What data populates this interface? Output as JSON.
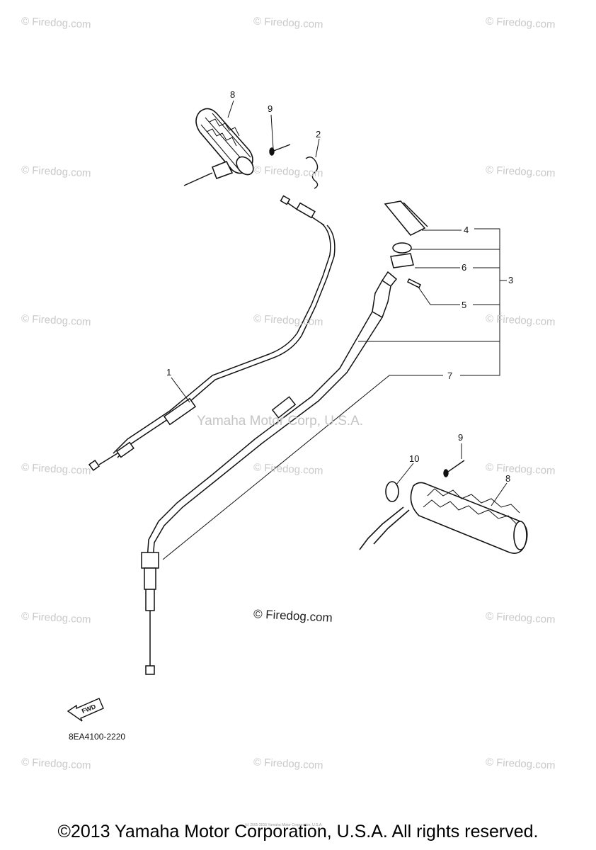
{
  "watermark": {
    "text": "© Firedog.com",
    "center_text": "Yamaha Motor Corp, U.S.A."
  },
  "stamp": "© Firedog.com",
  "diagram_code": "8EA4100-2220",
  "fwd_label": "FWD",
  "tiny_notice": "(c) 2005-2015 Yamaha Motor Corporation, U.S.A.",
  "copyright": "©2013 Yamaha Motor Corporation, U.S.A. All rights reserved.",
  "callouts": {
    "c1": "1",
    "c2": "2",
    "c3": "3",
    "c4": "4",
    "c5": "5",
    "c6": "6",
    "c7": "7",
    "c8a": "8",
    "c8b": "8",
    "c9a": "9",
    "c9b": "9",
    "c10": "10"
  },
  "colors": {
    "ink": "#111111",
    "watermark": "#c9c9c9"
  }
}
